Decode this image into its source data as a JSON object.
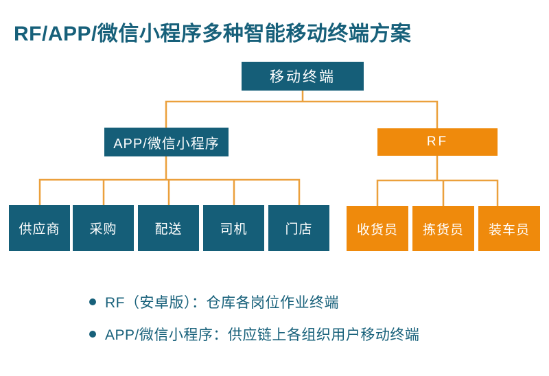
{
  "title": "RF/APP/微信小程序多种智能移动终端方案",
  "colors": {
    "teal": "#155E78",
    "orange": "#EF8A0C",
    "connector": "#EBA03C",
    "text_dark": "#17607A",
    "box_text": "#FFFFFF",
    "background": "#FFFFFF"
  },
  "tree": {
    "root": {
      "label": "移动终端"
    },
    "branches": [
      {
        "label": "APP/微信小程序",
        "color": "#155E78",
        "children": [
          {
            "label": "供应商"
          },
          {
            "label": "采购"
          },
          {
            "label": "配送"
          },
          {
            "label": "司机"
          },
          {
            "label": "门店"
          }
        ]
      },
      {
        "label": "RF",
        "color": "#EF8A0C",
        "children": [
          {
            "label": "收货员"
          },
          {
            "label": "拣货员"
          },
          {
            "label": "装车员"
          }
        ]
      }
    ]
  },
  "notes": [
    {
      "text": "RF（安卓版）：仓库各岗位作业终端"
    },
    {
      "text": "APP/微信小程序：供应链上各组织用户移动终端"
    }
  ]
}
